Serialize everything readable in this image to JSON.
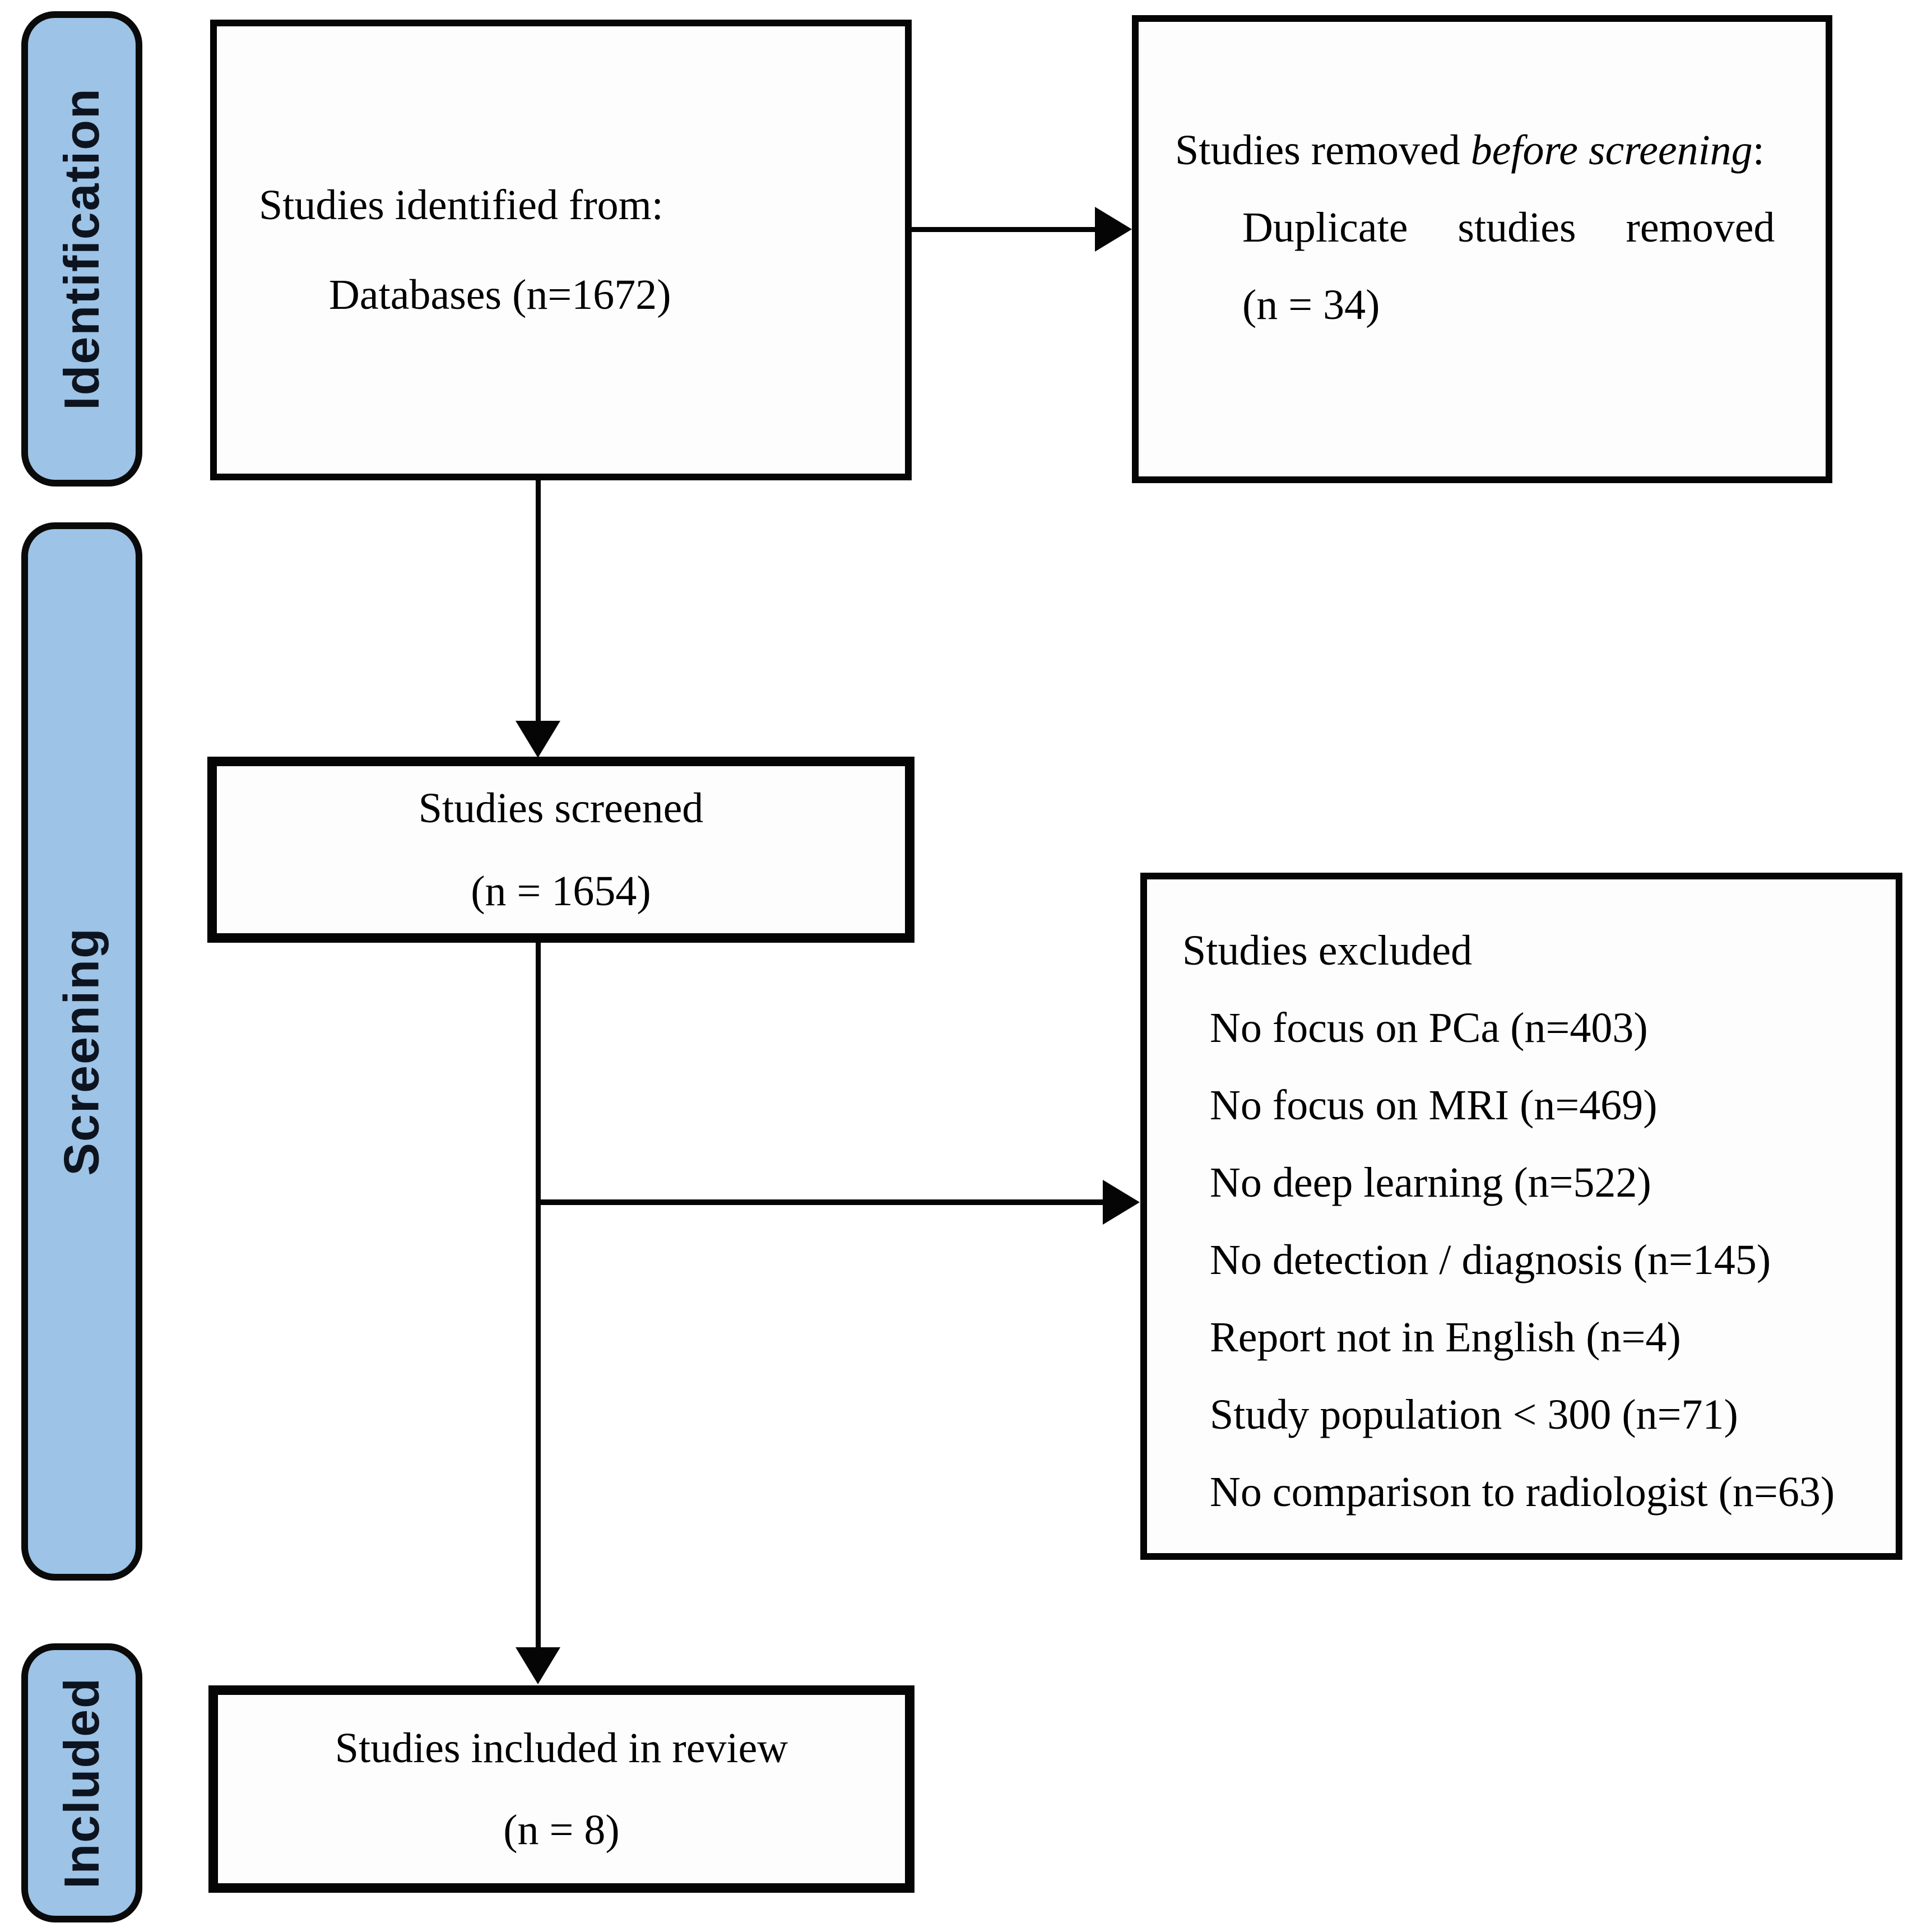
{
  "stages": {
    "identification": "Identification",
    "screening": "Screening",
    "included": "Included"
  },
  "boxes": {
    "identified": {
      "line1": "Studies identified from:",
      "line2": "Databases (n=1672)"
    },
    "removed_before_screening": {
      "line1_prefix": "Studies removed ",
      "line1_italic": "before screening",
      "line1_suffix": ":",
      "line2": "Duplicate studies removed",
      "line3": "(n = 34)"
    },
    "screened": {
      "line1": "Studies screened",
      "line2": "(n = 1654)"
    },
    "excluded": {
      "title": "Studies excluded",
      "items": [
        "No focus on PCa (n=403)",
        "No focus on MRI (n=469)",
        "No deep learning (n=522)",
        "No detection / diagnosis (n=145)",
        "Report not in English (n=4)",
        "Study population < 300 (n=71)",
        "No comparison to radiologist (n=63)"
      ]
    },
    "included_review": {
      "line1": "Studies included in review",
      "line2": "(n = 8)"
    }
  },
  "counts": {
    "identified": 1672,
    "duplicates_removed": 34,
    "screened": 1654,
    "excluded_total_items": 7,
    "included": 8
  },
  "colors": {
    "stage_fill": "#9DC3E6",
    "border": "#050505",
    "text": "#000000",
    "background": "#FFFFFF"
  }
}
